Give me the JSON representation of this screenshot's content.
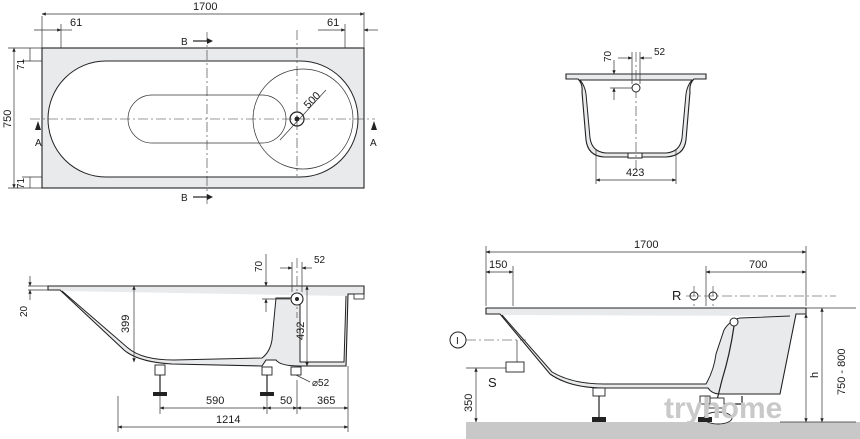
{
  "top_view": {
    "length": "1700",
    "edge_left": "61",
    "edge_right": "61",
    "width": "750",
    "edge_top": "71",
    "edge_bottom": "71",
    "section_b": "B",
    "section_a": "A",
    "bowl_diameter": "500"
  },
  "section_view": {
    "top_offset": "70",
    "gap": "52",
    "inner_width": "423"
  },
  "side_view": {
    "rim": "20",
    "depth": "399",
    "drain_height": "432",
    "top_offset": "70",
    "gap": "52",
    "drain_diameter": "⌀52",
    "dim_590": "590",
    "dim_50": "50",
    "dim_365": "365",
    "dim_1214": "1214"
  },
  "install_view": {
    "length": "1700",
    "offset_left": "150",
    "offset_right": "700",
    "label_r": "R",
    "label_s": "S",
    "label_i": "I",
    "height_range": "750 - 800",
    "height_h": "h",
    "floor_height": "350"
  },
  "watermark": "tryhome"
}
